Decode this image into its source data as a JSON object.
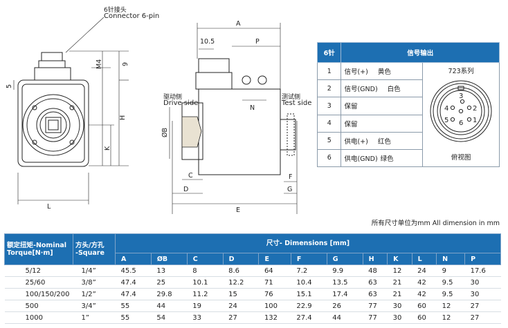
{
  "drawing": {
    "connector_cn": "6针接头",
    "connector_en": "Connector 6-pin",
    "drive_cn": "驱动侧",
    "drive_en": "Drive side",
    "test_cn": "测试侧",
    "test_en": "Test side",
    "labels": {
      "A": "A",
      "P": "P",
      "N": "N",
      "d105": "10.5",
      "B": "ØB",
      "C": "C",
      "D": "D",
      "E": "E",
      "F": "F",
      "G": "G",
      "H": "H",
      "K": "K",
      "L": "L",
      "M4": "M4",
      "nine": "9",
      "five": "5"
    }
  },
  "pin_table": {
    "col_pin": "6针",
    "col_signal": "信号输出",
    "rows": [
      {
        "pin": "1",
        "signal": "信号(+)",
        "color": "黄色"
      },
      {
        "pin": "2",
        "signal": "信号(GND)",
        "color": "白色"
      },
      {
        "pin": "3",
        "signal": "保留",
        "color": ""
      },
      {
        "pin": "4",
        "signal": "保留",
        "color": ""
      },
      {
        "pin": "5",
        "signal": "供电(+)",
        "color": "红色"
      },
      {
        "pin": "6",
        "signal": "供电(GND)",
        "color": "绿色"
      }
    ],
    "series_label": "723系列",
    "view_label": "俯视图",
    "pins": [
      "1",
      "2",
      "3",
      "4",
      "5",
      "6"
    ]
  },
  "note": "所有尺寸单位为mm All dimension in mm",
  "dim_table": {
    "h_torque_1": "额定扭矩-Nominal",
    "h_torque_2": "Torque[N·m]",
    "h_square_1": "方头/方孔",
    "h_square_2": "-Square",
    "h_dims": "尺寸- Dimensions [mm]",
    "letters": [
      "A",
      "ØB",
      "C",
      "D",
      "E",
      "F",
      "G",
      "H",
      "K",
      "L",
      "N",
      "P"
    ],
    "rows": [
      [
        "5/12",
        "1/4”",
        "45.5",
        "13",
        "8",
        "8.6",
        "64",
        "7.2",
        "9.9",
        "48",
        "12",
        "24",
        "9",
        "17.6"
      ],
      [
        "25/60",
        "3/8”",
        "47.4",
        "25",
        "10.1",
        "12.2",
        "71",
        "10.4",
        "13.5",
        "63",
        "21",
        "42",
        "9.5",
        "30"
      ],
      [
        "100/150/200",
        "1/2”",
        "47.4",
        "29.8",
        "11.2",
        "15",
        "76",
        "15.1",
        "17.4",
        "63",
        "21",
        "42",
        "9.5",
        "30"
      ],
      [
        "500",
        "3/4”",
        "55",
        "44",
        "19",
        "24",
        "100",
        "22.9",
        "26",
        "77",
        "30",
        "60",
        "12",
        "27"
      ],
      [
        "1000",
        "1”",
        "55",
        "54",
        "33",
        "27",
        "132",
        "27.4",
        "44",
        "77",
        "30",
        "60",
        "12",
        "27"
      ]
    ]
  }
}
